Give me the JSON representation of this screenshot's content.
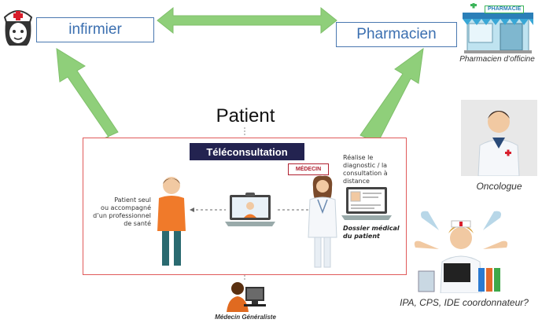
{
  "roles": {
    "infirmier": "infirmier",
    "pharmacien": "Pharmacien",
    "pharmacien_caption": "Pharmacien d’officine",
    "pharmacy_sign": "PHARMACIE",
    "oncologue": "Oncologue",
    "coordinator": "IPA, CPS, IDE coordonnateur?",
    "medecin_generaliste": "Médecin Généraliste"
  },
  "patient_title": "Patient",
  "teleconsultation": {
    "banner": "Téléconsultation",
    "patient_note_1": "Patient seul",
    "patient_note_2": "ou accompagné",
    "patient_note_3": "d’un professionnel",
    "patient_note_4": "de santé",
    "medecin_badge": "MÉDECIN",
    "doctor_note_1": "Réalise le",
    "doctor_note_2": "diagnostic / la",
    "doctor_note_3": "consultation à",
    "doctor_note_4": "distance",
    "record_1": "Dossier médical",
    "record_2": "du patient"
  },
  "colors": {
    "arrow_green": "#8fcf7a",
    "box_border": "#4a78b0",
    "frame_border": "#e05a5a",
    "banner_bg": "#232350"
  }
}
